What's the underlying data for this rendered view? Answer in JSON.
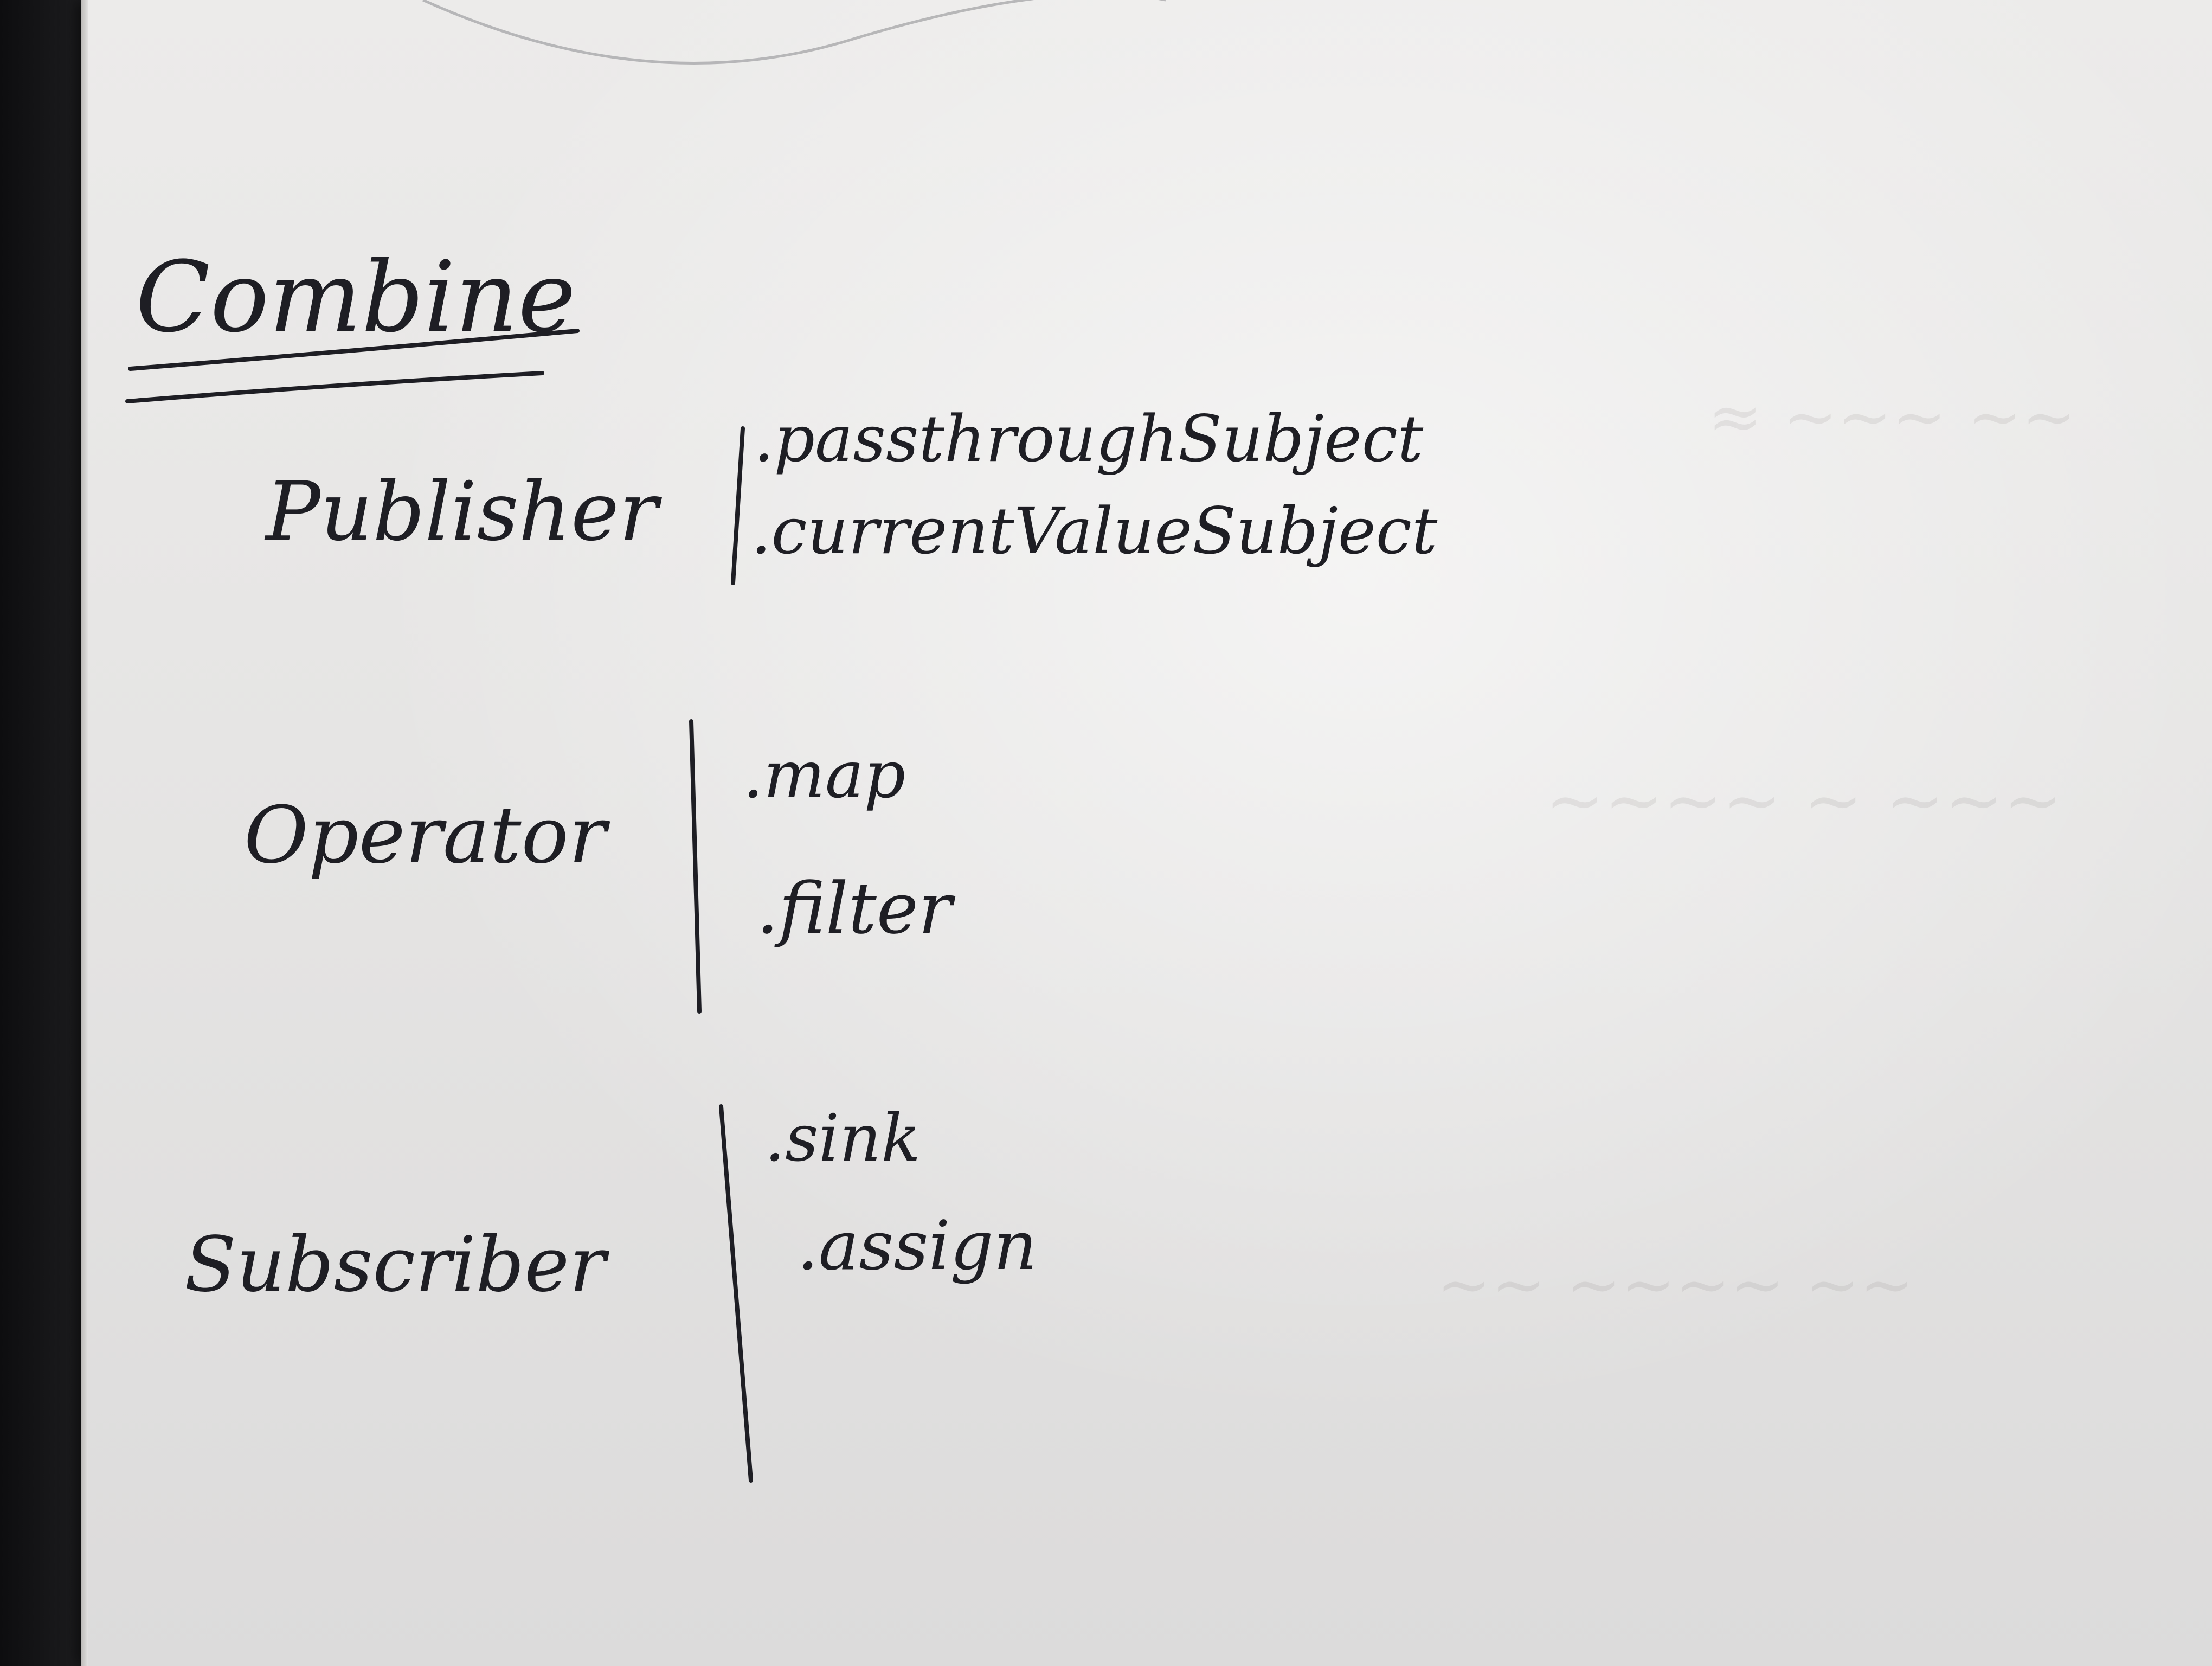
{
  "notes": {
    "title": "Combine",
    "sections": [
      {
        "label": "Publisher",
        "items": [
          ".passthroughSubject",
          ".currentValueSubject"
        ]
      },
      {
        "label": "Operator",
        "items": [
          ".map",
          ".filter"
        ]
      },
      {
        "label": "Subscriber",
        "items": [
          ".sink",
          ".assign"
        ]
      }
    ]
  },
  "colors": {
    "paper": "#e8e7e6",
    "ink": "#1e1e24",
    "background": "#1a1a1c"
  }
}
